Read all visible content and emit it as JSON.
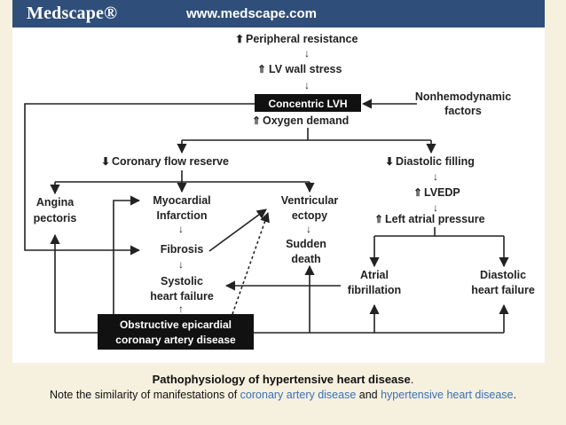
{
  "header": {
    "logo": "Medscape®",
    "url": "www.medscape.com"
  },
  "nodes": {
    "peripheral": "Peripheral resistance",
    "lvwall": "LV wall stress",
    "lvh": "Concentric LVH",
    "nonhemo1": "Nonhemodynamic",
    "nonhemo2": "factors",
    "oxygen": "Oxygen demand",
    "coronary": "Coronary flow reserve",
    "diastolic": "Diastolic filling",
    "angina1": "Angina",
    "angina2": "pectoris",
    "mi1": "Myocardial",
    "mi2": "Infarction",
    "ventric1": "Ventricular",
    "ventric2": "ectopy",
    "lvedp": "LVEDP",
    "lap": "Left atrial pressure",
    "fibrosis": "Fibrosis",
    "sudden1": "Sudden",
    "sudden2": "death",
    "atrial1": "Atrial",
    "atrial2": "fibrillation",
    "dhf1": "Diastolic",
    "dhf2": "heart failure",
    "shf1": "Systolic",
    "shf2": "heart failure",
    "obstr1": "Obstructive epicardial",
    "obstr2": "coronary artery disease"
  },
  "caption": {
    "title": "Pathophysiology of hypertensive heart disease",
    "title_end": ".",
    "note_a": "Note the similarity of manifestations of ",
    "note_b": "coronary artery disease",
    "note_c": " and ",
    "note_d": "hypertensive heart disease",
    "note_e": "."
  }
}
